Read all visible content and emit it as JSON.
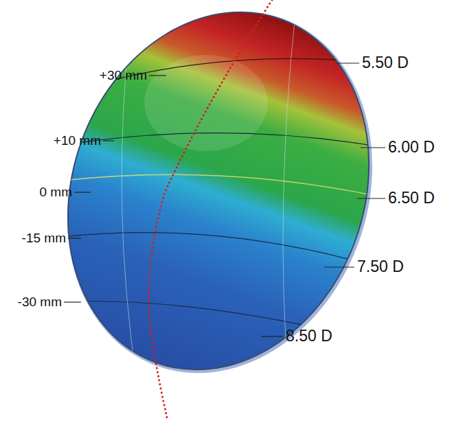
{
  "diagram": {
    "labels": [
      "+30 mm",
      "+10 mm",
      "0 mm",
      "-15 mm",
      "-30 mm",
      "5.50 D",
      "6.00 D",
      "6.50 D",
      "7.50 D",
      "8.50 D"
    ]
  }
}
